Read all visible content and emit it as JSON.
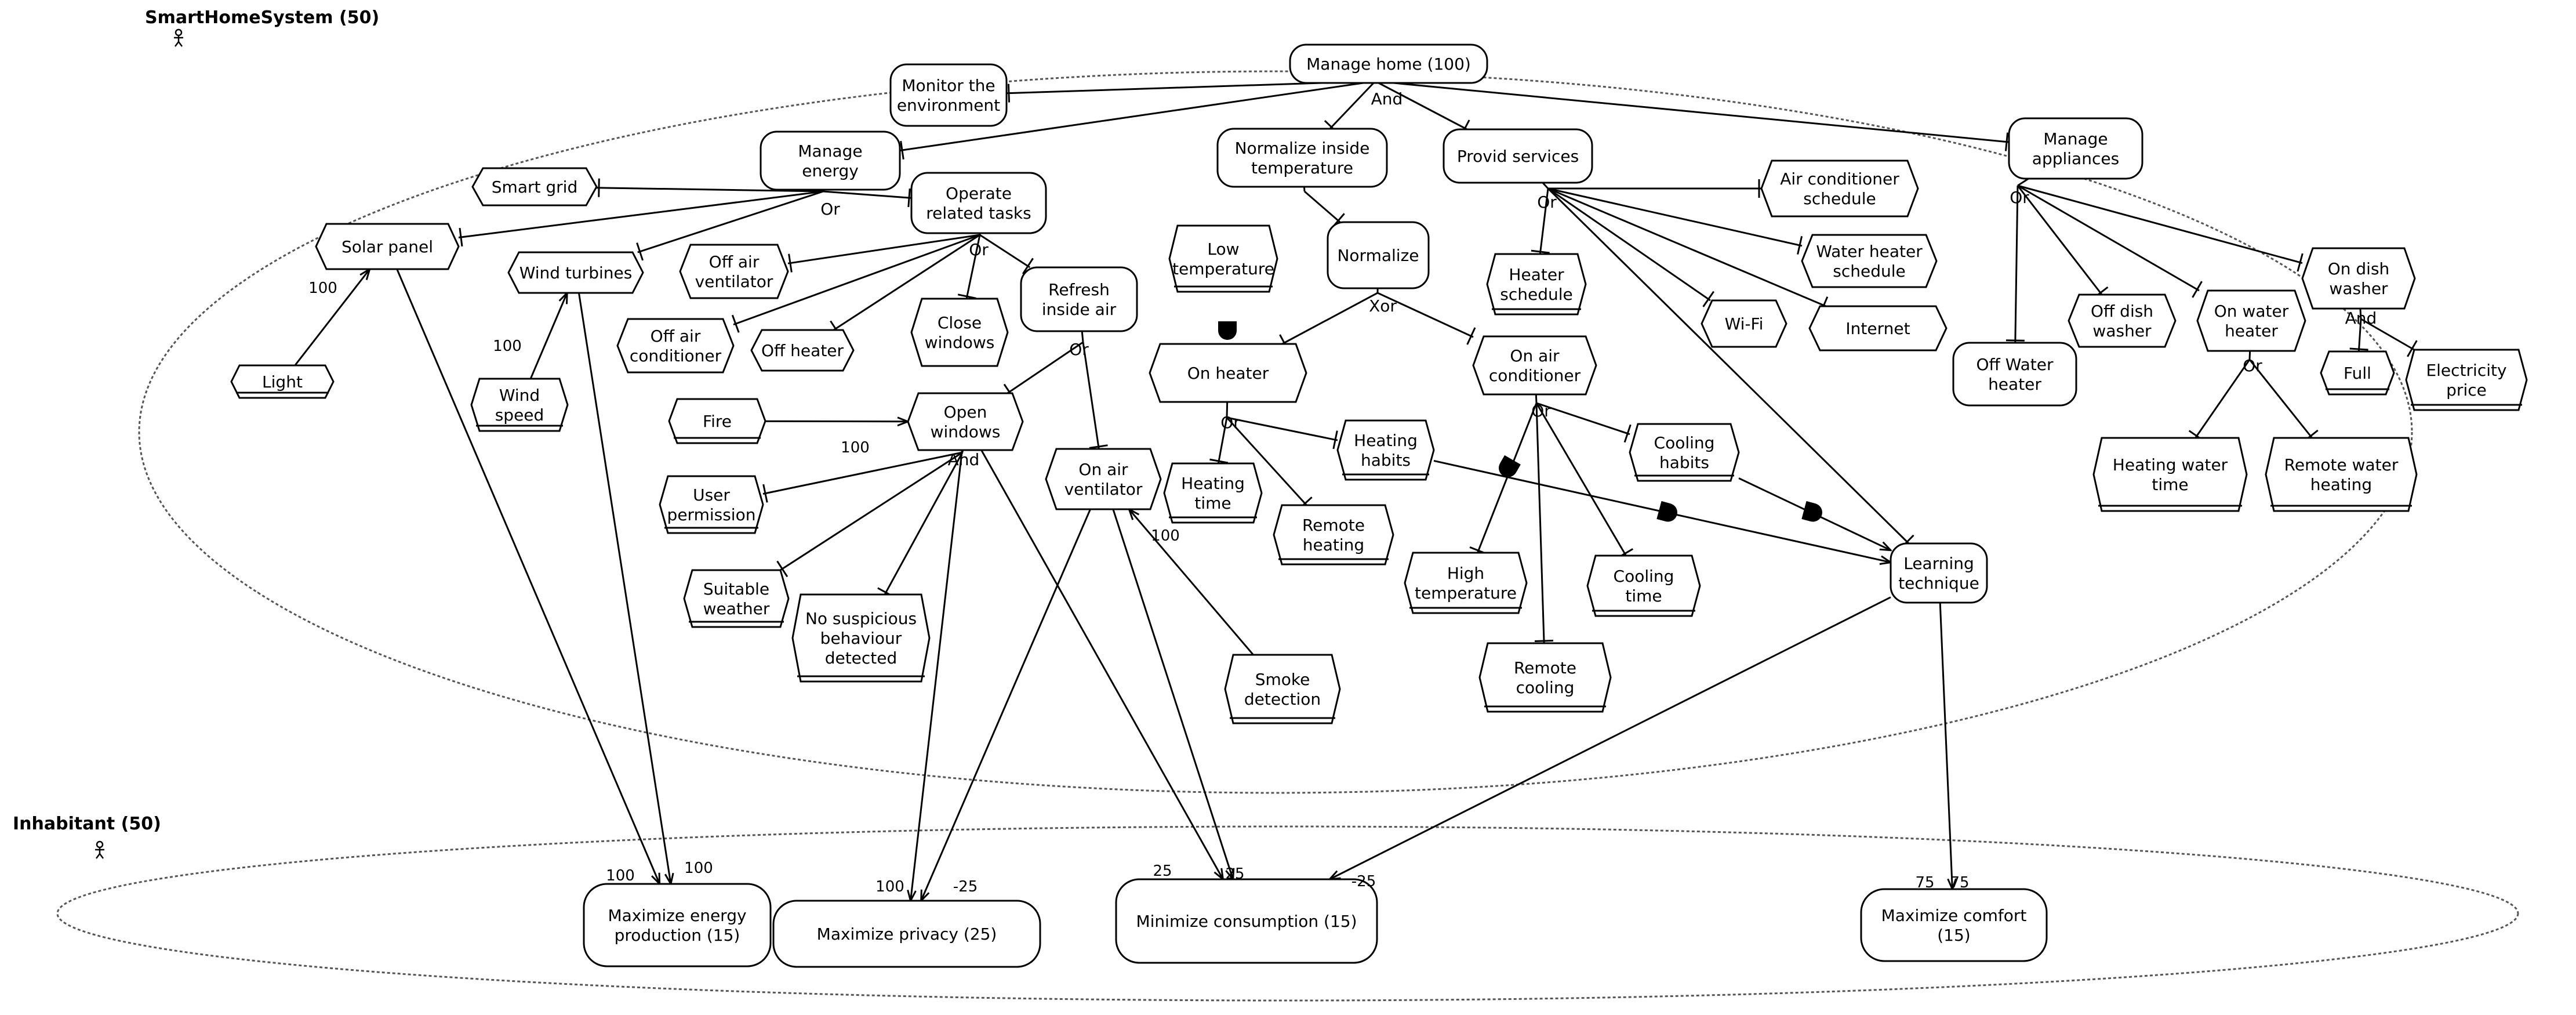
{
  "actors": [
    {
      "id": "shs",
      "label": "SmartHomeSystem  (50)"
    },
    {
      "id": "inh",
      "label": "Inhabitant  (50)"
    }
  ],
  "nodes": [
    {
      "id": "manage_home",
      "shape": "goal",
      "lines": [
        "Manage home  (100)"
      ]
    },
    {
      "id": "monitor_env",
      "shape": "goal",
      "lines": [
        "Monitor the",
        "environment"
      ]
    },
    {
      "id": "manage_energy",
      "shape": "goal",
      "lines": [
        "Manage",
        "energy"
      ]
    },
    {
      "id": "smart_grid",
      "shape": "task",
      "lines": [
        "Smart grid"
      ]
    },
    {
      "id": "solar_panel",
      "shape": "task",
      "lines": [
        "Solar panel"
      ]
    },
    {
      "id": "wind_turbines",
      "shape": "task",
      "lines": [
        "Wind turbines"
      ]
    },
    {
      "id": "light",
      "shape": "resource",
      "lines": [
        "Light"
      ]
    },
    {
      "id": "wind_speed",
      "shape": "resource",
      "lines": [
        "Wind",
        "speed"
      ]
    },
    {
      "id": "operate_tasks",
      "shape": "goal",
      "lines": [
        "Operate",
        "related tasks"
      ]
    },
    {
      "id": "off_air_vent",
      "shape": "task",
      "lines": [
        "Off air",
        "ventilator"
      ]
    },
    {
      "id": "off_air_cond",
      "shape": "task",
      "lines": [
        "Off air",
        "conditioner"
      ]
    },
    {
      "id": "off_heater",
      "shape": "task",
      "lines": [
        "Off heater"
      ]
    },
    {
      "id": "close_windows",
      "shape": "task",
      "lines": [
        "Close",
        "windows"
      ]
    },
    {
      "id": "refresh_air",
      "shape": "goal",
      "lines": [
        "Refresh",
        "inside air"
      ]
    },
    {
      "id": "fire",
      "shape": "resource",
      "lines": [
        "Fire"
      ]
    },
    {
      "id": "open_windows",
      "shape": "task",
      "lines": [
        "Open",
        "windows"
      ]
    },
    {
      "id": "user_perm",
      "shape": "resource",
      "lines": [
        "User",
        "permission"
      ]
    },
    {
      "id": "suitable_weather",
      "shape": "resource",
      "lines": [
        "Suitable",
        "weather"
      ]
    },
    {
      "id": "no_susp",
      "shape": "resource",
      "lines": [
        "No suspicious",
        "behaviour",
        "detected"
      ]
    },
    {
      "id": "on_air_vent",
      "shape": "task",
      "lines": [
        "On air",
        "ventilator"
      ]
    },
    {
      "id": "smoke_detect",
      "shape": "resource",
      "lines": [
        "Smoke",
        "detection"
      ]
    },
    {
      "id": "normalize_temp",
      "shape": "goal",
      "lines": [
        "Normalize inside",
        "temperature"
      ]
    },
    {
      "id": "normalize",
      "shape": "goal",
      "lines": [
        "Normalize"
      ]
    },
    {
      "id": "low_temp",
      "shape": "resource",
      "lines": [
        "Low",
        "temperature"
      ]
    },
    {
      "id": "on_heater",
      "shape": "task",
      "lines": [
        "On heater"
      ]
    },
    {
      "id": "heating_time",
      "shape": "resource",
      "lines": [
        "Heating",
        "time"
      ]
    },
    {
      "id": "remote_heating",
      "shape": "resource",
      "lines": [
        "Remote",
        "heating"
      ]
    },
    {
      "id": "heating_habits",
      "shape": "resource",
      "lines": [
        "Heating",
        "habits"
      ]
    },
    {
      "id": "provid_services",
      "shape": "goal",
      "lines": [
        "Provid services"
      ]
    },
    {
      "id": "heater_schedule",
      "shape": "resource",
      "lines": [
        "Heater",
        "schedule"
      ]
    },
    {
      "id": "on_air_cond",
      "shape": "task",
      "lines": [
        "On air",
        "conditioner"
      ]
    },
    {
      "id": "cooling_habits",
      "shape": "resource",
      "lines": [
        "Cooling",
        "habits"
      ]
    },
    {
      "id": "high_temp",
      "shape": "resource",
      "lines": [
        "High",
        "temperature"
      ]
    },
    {
      "id": "remote_cooling",
      "shape": "resource",
      "lines": [
        "Remote",
        "cooling"
      ]
    },
    {
      "id": "cooling_time",
      "shape": "resource",
      "lines": [
        "Cooling",
        "time"
      ]
    },
    {
      "id": "air_cond_sched",
      "shape": "task",
      "lines": [
        "Air conditioner",
        "schedule"
      ]
    },
    {
      "id": "water_heater_sched",
      "shape": "task",
      "lines": [
        "Water heater",
        "schedule"
      ]
    },
    {
      "id": "wifi",
      "shape": "task",
      "lines": [
        "Wi-Fi"
      ]
    },
    {
      "id": "internet",
      "shape": "task",
      "lines": [
        "Internet"
      ]
    },
    {
      "id": "learning",
      "shape": "goal",
      "lines": [
        "Learning",
        "technique"
      ]
    },
    {
      "id": "manage_appl",
      "shape": "goal",
      "lines": [
        "Manage",
        "appliances"
      ]
    },
    {
      "id": "off_water_heater",
      "shape": "goal",
      "lines": [
        "Off Water",
        "heater"
      ]
    },
    {
      "id": "off_dish",
      "shape": "task",
      "lines": [
        "Off dish",
        "washer"
      ]
    },
    {
      "id": "on_water_heater",
      "shape": "task",
      "lines": [
        "On water",
        "heater"
      ]
    },
    {
      "id": "on_dish",
      "shape": "task",
      "lines": [
        "On dish",
        "washer"
      ]
    },
    {
      "id": "full",
      "shape": "resource",
      "lines": [
        "Full"
      ]
    },
    {
      "id": "elec_price",
      "shape": "resource",
      "lines": [
        "Electricity",
        "price"
      ]
    },
    {
      "id": "heating_water_time",
      "shape": "resource",
      "lines": [
        "Heating water",
        "time"
      ]
    },
    {
      "id": "remote_water_heating",
      "shape": "resource",
      "lines": [
        "Remote water",
        "heating"
      ]
    },
    {
      "id": "max_energy",
      "shape": "softgoal",
      "lines": [
        "Maximize energy",
        "production  (15)"
      ]
    },
    {
      "id": "max_privacy",
      "shape": "softgoal",
      "lines": [
        "Maximize privacy  (25)"
      ]
    },
    {
      "id": "min_consumption",
      "shape": "softgoal",
      "lines": [
        "Minimize consumption  (15)"
      ]
    },
    {
      "id": "max_comfort",
      "shape": "softgoal",
      "lines": [
        "Maximize comfort",
        "(15)"
      ]
    }
  ],
  "refinement_labels": [
    "And",
    "Or",
    "Or",
    "Or",
    "Xor",
    "Or",
    "Or",
    "Or",
    "Or",
    "And",
    "Or",
    "And"
  ],
  "contribution_labels": [
    "100",
    "100",
    "100",
    "100",
    "100",
    "100",
    "100",
    "-25",
    "25",
    "25",
    "-25",
    "75",
    "75"
  ]
}
